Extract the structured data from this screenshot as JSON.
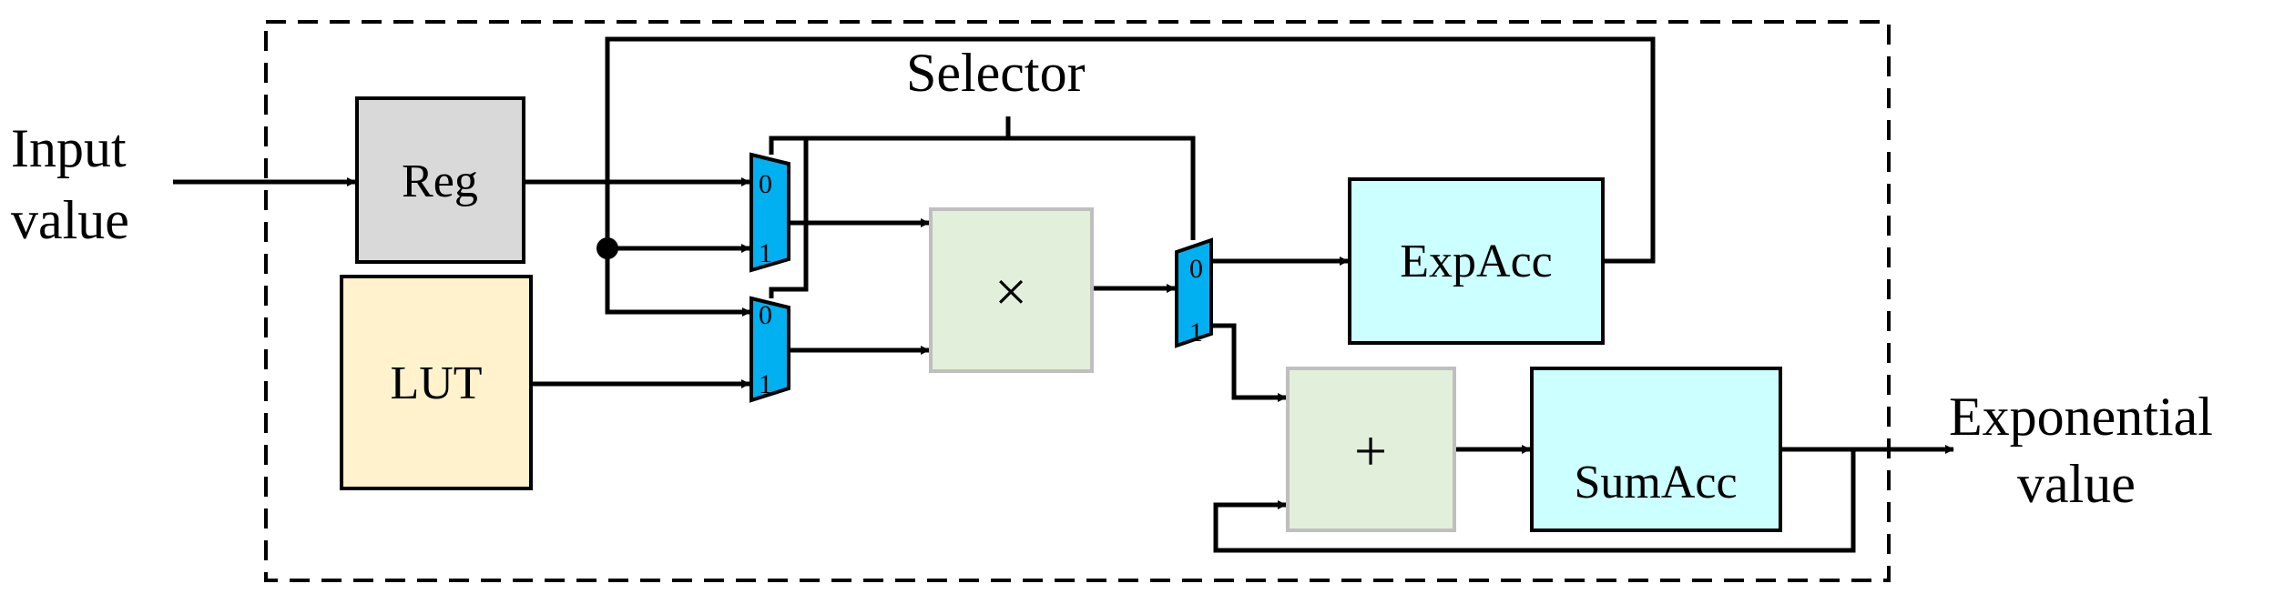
{
  "labels": {
    "input_line1": "Input",
    "input_line2": "value",
    "output_line1": "Exponential",
    "output_line2": "value",
    "selector": "Selector"
  },
  "blocks": {
    "reg": "Reg",
    "lut": "LUT",
    "multiplier": "×",
    "adder": "+",
    "exp_acc": "ExpAcc",
    "sum_acc": "SumAcc"
  },
  "mux": {
    "input0": "0",
    "input1": "1"
  },
  "colors": {
    "reg_fill": "#d9d9d9",
    "lut_fill": "#fff2cc",
    "op_fill": "#e2efda",
    "op_border": "#bfbfbf",
    "acc_fill": "#ccffff",
    "mux_fill": "#00b0f0",
    "line": "#000000"
  }
}
